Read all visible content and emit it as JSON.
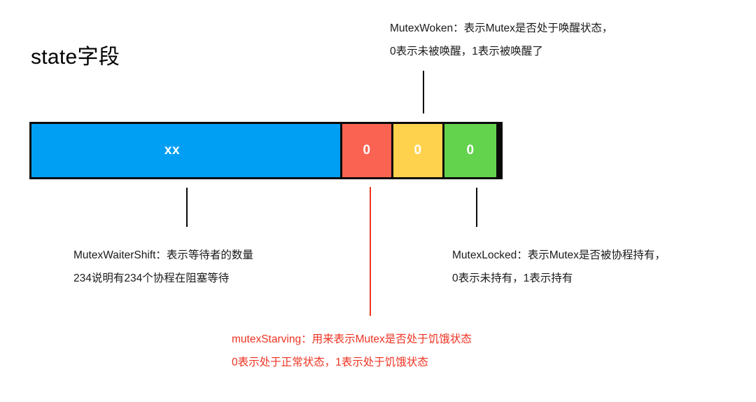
{
  "title": "state字段",
  "bitfield": {
    "segments": [
      {
        "name": "waiters",
        "label": "xx",
        "color": "#019FF4"
      },
      {
        "name": "starving",
        "label": "0",
        "color": "#FA6352"
      },
      {
        "name": "woken",
        "label": "0",
        "color": "#FFD24D"
      },
      {
        "name": "locked",
        "label": "0",
        "color": "#63D34D"
      }
    ],
    "border_color": "#0A0A0A"
  },
  "annotations": {
    "woken": {
      "line1": "MutexWoken：表示Mutex是否处于唤醒状态，",
      "line2": "0表示未被唤醒，1表示被唤醒了",
      "color": "#1A1A1A"
    },
    "waiters": {
      "line1": "MutexWaiterShift：表示等待者的数量",
      "line2": "234说明有234个协程在阻塞等待",
      "color": "#1A1A1A"
    },
    "locked": {
      "line1": "MutexLocked：表示Mutex是否被协程持有，",
      "line2": "0表示未持有，1表示持有",
      "color": "#1A1A1A"
    },
    "starving": {
      "line1": "mutexStarving：用来表示Mutex是否处于饥饿状态",
      "line2": "0表示处于正常状态，1表示处于饥饿状态",
      "color": "#EE3322"
    }
  }
}
